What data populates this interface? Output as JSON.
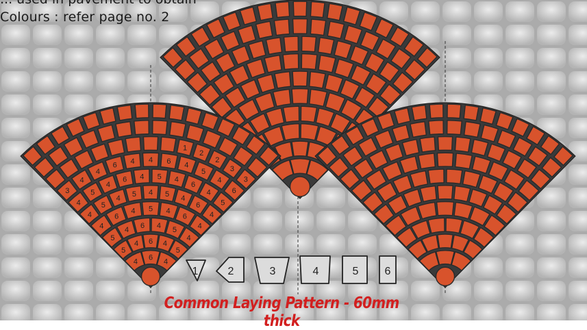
{
  "header": {
    "cut_text": "... used in pavement to obtain",
    "colours_note": "Colours : refer page no. 2"
  },
  "fans": {
    "left_fan_piece_numbers": [
      "4",
      "6",
      "4",
      "5",
      "4",
      "6",
      "4",
      "5",
      "4",
      "5",
      "4",
      "6",
      "4",
      "5",
      "4",
      "6",
      "4",
      "5",
      "4",
      "6",
      "4",
      "4",
      "6",
      "4",
      "5",
      "4",
      "5",
      "4",
      "5",
      "4",
      "5",
      "4",
      "6",
      "4",
      "5",
      "4",
      "6",
      "4",
      "5",
      "4",
      "6",
      "4",
      "5",
      "4",
      "6",
      "4",
      "4",
      "6",
      "4",
      "4",
      "3",
      "3",
      "3",
      "2",
      "2",
      "1"
    ]
  },
  "legend": {
    "shapes": [
      "1",
      "2",
      "3",
      "4",
      "5",
      "6"
    ]
  },
  "caption": "Common Laying Pattern - 60mm thick",
  "colors": {
    "paver": "#d8532c",
    "outline": "#2a2a2a",
    "caption": "#d21f1f",
    "background": "#b9b9b9"
  }
}
